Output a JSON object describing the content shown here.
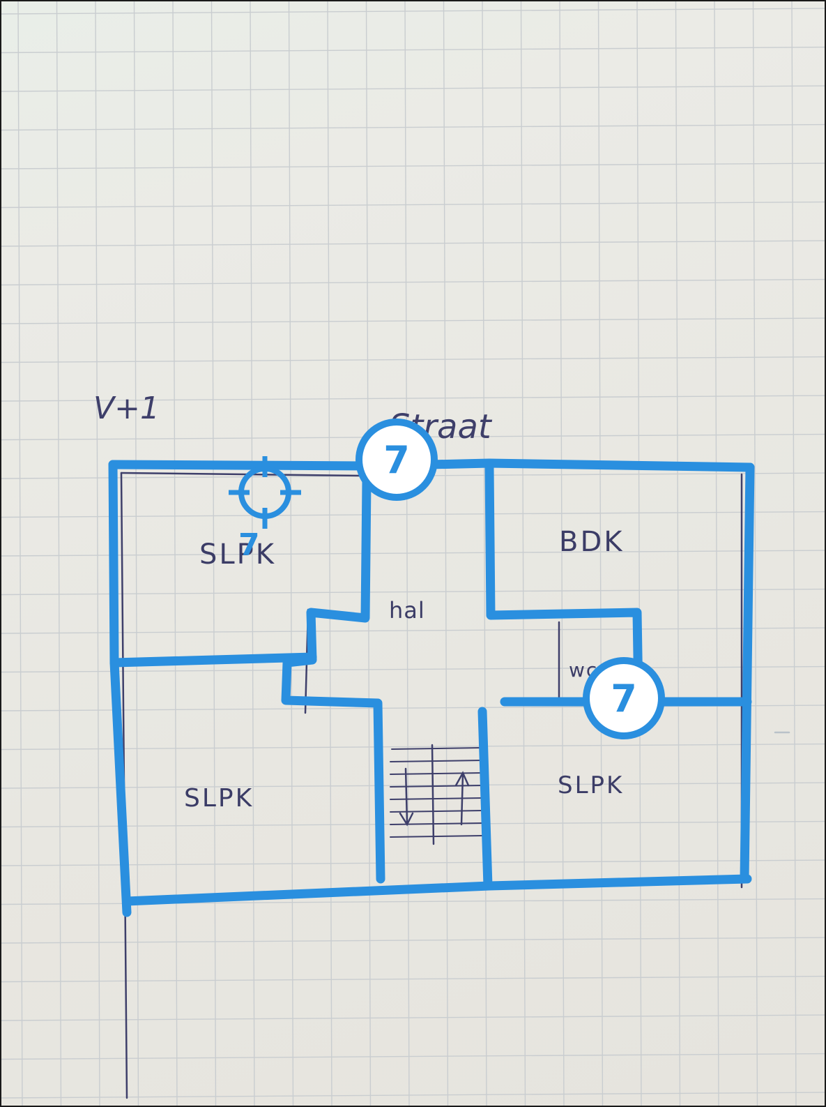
{
  "sketch": {
    "floor_label": "V+1",
    "street_label": "Straat",
    "rooms": {
      "bedroom_top_left": "SLPK",
      "bathroom": "BDK",
      "hall": "hal",
      "wc": "wc",
      "bedroom_bottom_left": "SLPK",
      "bedroom_bottom_right": "SLPK"
    }
  },
  "overlay": {
    "color": "#2a8fdf",
    "markers": [
      {
        "label": "7"
      },
      {
        "label": "7"
      }
    ],
    "crosshair_label": "7",
    "crosshair_icon": "crosshair-icon"
  }
}
